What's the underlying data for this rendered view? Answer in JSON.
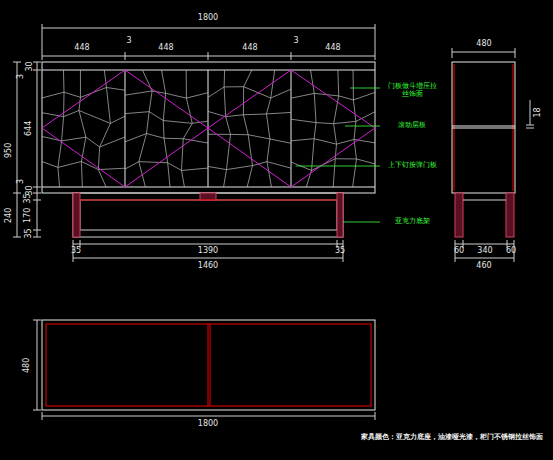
{
  "diagram": {
    "labels": [
      "1800",
      "448",
      "3",
      "448",
      "448",
      "3",
      "448",
      "30",
      "3",
      "644",
      "950",
      "3",
      "30",
      "35",
      "170",
      "240",
      "35",
      "35",
      "1390",
      "35",
      "1460",
      "480",
      "18",
      "60",
      "340",
      "60",
      "460",
      "480",
      "1800",
      "门板做斗增压拉丝饰面",
      "滚动层板",
      "上下钉按弹门板",
      "亚克力底架",
      "家具颜色：亚克力底座，油漆哑光漆，柜门不锈钢拉丝饰面"
    ]
  }
}
